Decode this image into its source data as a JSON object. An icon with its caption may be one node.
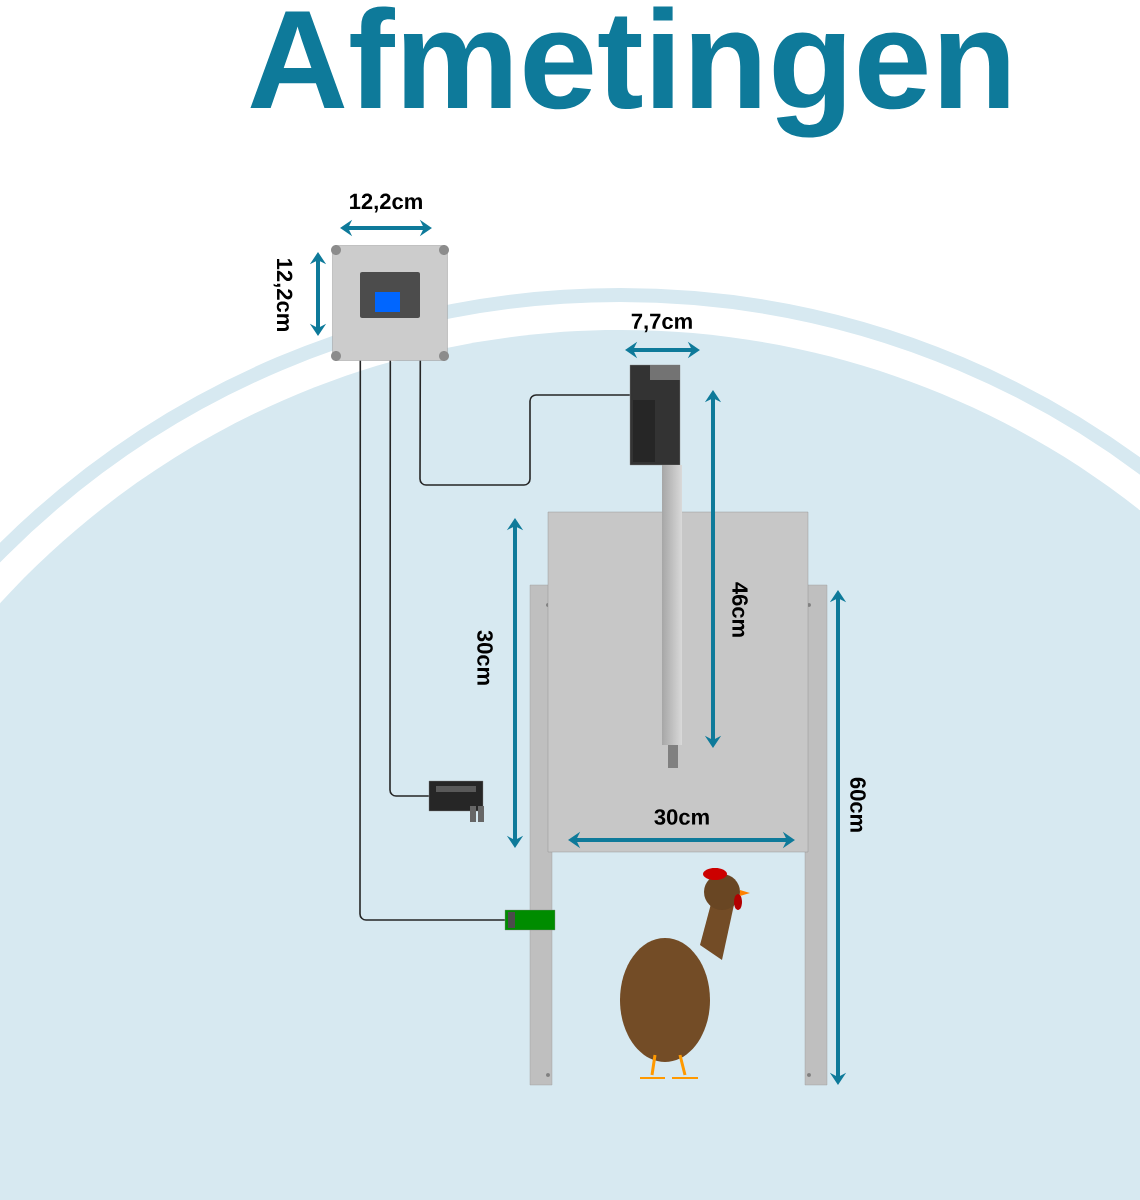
{
  "diagram": {
    "title": "Afmetingen",
    "nodes": [
      {
        "text": [],
        "shape": "picture"
      },
      {
        "text": [],
        "shape": "picture"
      },
      {
        "text": [],
        "shape": "picture"
      },
      {
        "text": [],
        "shape": "picture"
      },
      {
        "text": [],
        "shape": "picture"
      }
    ],
    "edges": [
      {
        "from": 0,
        "to": 1,
        "arrow": "none"
      },
      {
        "from": 0,
        "to": 3,
        "arrow": "none"
      },
      {
        "from": 0,
        "to": 4,
        "arrow": "none"
      }
    ],
    "labels": [
      "12,2cm",
      "12,2cm",
      "7,7cm",
      "46cm",
      "30cm",
      "30cm",
      "60cm"
    ]
  }
}
